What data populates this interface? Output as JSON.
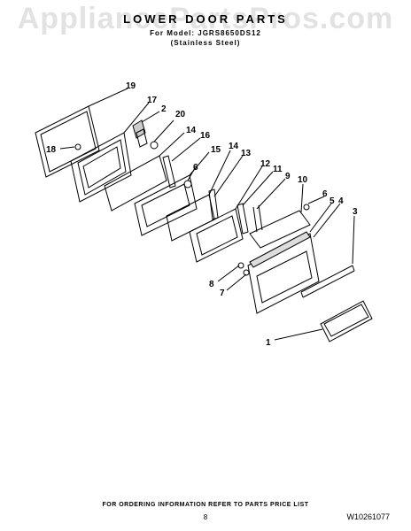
{
  "watermark": "AppliancePartsPros.com",
  "header": {
    "title": "LOWER DOOR PARTS",
    "model_line": "For Model: JGRS8650DS12",
    "finish_line": "(Stainless Steel)"
  },
  "callouts": [
    "19",
    "17",
    "2",
    "20",
    "14",
    "16",
    "18",
    "15",
    "6",
    "14",
    "13",
    "12",
    "11",
    "9",
    "10",
    "6",
    "5",
    "4",
    "3",
    "8",
    "7",
    "1"
  ],
  "footer": {
    "ordering_note": "FOR ORDERING INFORMATION REFER TO PARTS PRICE LIST",
    "page_number": "8",
    "document_number": "W10261077"
  }
}
